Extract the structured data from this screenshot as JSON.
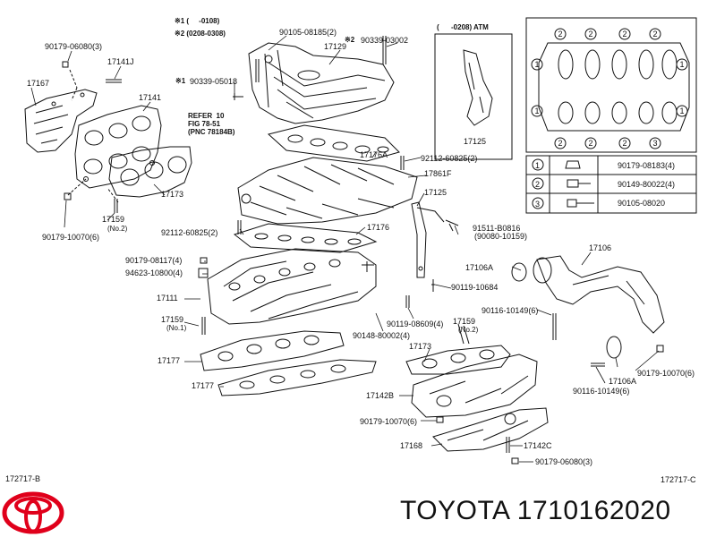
{
  "notes": {
    "n1": "※1 (     -0108)",
    "n2": "※2 (0208-0308)",
    "n3": "※1",
    "n4": "※2",
    "atm": "(      -0208) ATM"
  },
  "refer": {
    "line1": "REFER  10",
    "line2": "FIG 78-51",
    "line3": "(PNC 78184B)"
  },
  "labels": [
    {
      "id": "l1",
      "text": "90179-06080(3)"
    },
    {
      "id": "l2",
      "text": "17141J"
    },
    {
      "id": "l3",
      "text": "17167"
    },
    {
      "id": "l4",
      "text": "17141"
    },
    {
      "id": "l5",
      "text": "17173"
    },
    {
      "id": "l6",
      "text": "17159"
    },
    {
      "id": "l7",
      "text": "(No.2)"
    },
    {
      "id": "l8",
      "text": "90179-10070(6)"
    },
    {
      "id": "l9",
      "text": "90105-08185(2)"
    },
    {
      "id": "l10",
      "text": "17129"
    },
    {
      "id": "l11",
      "text": "90339-03002"
    },
    {
      "id": "l12",
      "text": "90339-05018"
    },
    {
      "id": "l13",
      "text": "17125"
    },
    {
      "id": "l14",
      "text": "17176A"
    },
    {
      "id": "l15",
      "text": "92112-60825(2)"
    },
    {
      "id": "l16",
      "text": "17861F"
    },
    {
      "id": "l17",
      "text": "17125"
    },
    {
      "id": "l18",
      "text": "92112-60825(2)"
    },
    {
      "id": "l19",
      "text": "17176"
    },
    {
      "id": "l20",
      "text": "91511-B0816"
    },
    {
      "id": "l21",
      "text": "(90080-10159)"
    },
    {
      "id": "l22",
      "text": "90179-08117(4)"
    },
    {
      "id": "l23",
      "text": "94623-10800(4)"
    },
    {
      "id": "l24",
      "text": "17111"
    },
    {
      "id": "l25",
      "text": "90119-10684"
    },
    {
      "id": "l26",
      "text": "17106A"
    },
    {
      "id": "l27",
      "text": "17106"
    },
    {
      "id": "l28",
      "text": "17159"
    },
    {
      "id": "l29",
      "text": "(No.1)"
    },
    {
      "id": "l30",
      "text": "90119-08609(4)"
    },
    {
      "id": "l31",
      "text": "90148-80002(4)"
    },
    {
      "id": "l32",
      "text": "17159"
    },
    {
      "id": "l33",
      "text": "(No.2)"
    },
    {
      "id": "l34",
      "text": "90116-10149(6)"
    },
    {
      "id": "l35",
      "text": "17177"
    },
    {
      "id": "l36",
      "text": "17173"
    },
    {
      "id": "l37",
      "text": "17177"
    },
    {
      "id": "l38",
      "text": "17142B"
    },
    {
      "id": "l39",
      "text": "17106A"
    },
    {
      "id": "l40",
      "text": "90179-10070(6)"
    },
    {
      "id": "l41",
      "text": "90116-10149(6)"
    },
    {
      "id": "l42",
      "text": "90179-10070(6)"
    },
    {
      "id": "l43",
      "text": "17168"
    },
    {
      "id": "l44",
      "text": "17142C"
    },
    {
      "id": "l45",
      "text": "90179-06080(3)"
    }
  ],
  "legend": {
    "rows": [
      {
        "num": "1",
        "part": "90179-08183(4)"
      },
      {
        "num": "2",
        "part": "90149-80022(4)"
      },
      {
        "num": "3",
        "part": "90105-08020"
      }
    ]
  },
  "codes": {
    "left": "172717-B",
    "right": "172717-C"
  },
  "brand": {
    "name": "TOYOTA",
    "part_number": "1710162020"
  },
  "colors": {
    "ink": "#111111",
    "logo": "#e0001b"
  }
}
